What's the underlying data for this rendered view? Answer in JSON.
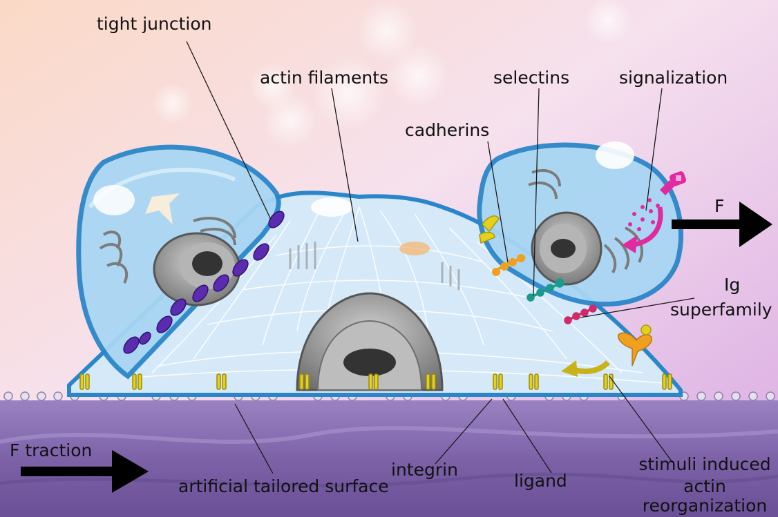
{
  "labels": {
    "tight_junction": "tight junction",
    "actin_filaments": "actin filaments",
    "selectins": "selectins",
    "signalization": "signalization",
    "cadherins": "cadherins",
    "force": "F",
    "ig": "Ig",
    "superfamily": "superfamily",
    "f_traction": "F traction",
    "integrin": "integrin",
    "ligand": "ligand",
    "stimuli_line1": "stimuli induced",
    "stimuli_line2": "actin",
    "stimuli_line3": "reorganization",
    "surface": "artificial tailored surface"
  },
  "colors": {
    "membrane": "#3aa0dc",
    "cytoplasm": "#cfe7f8",
    "tight_junction": "#5b2bb0",
    "integrin": "#d9d21a",
    "cadherin": "#f0a020",
    "selectin": "#1a9a8a",
    "ig": "#d02a6a",
    "signal": "#e22aa0",
    "substrate": "#7d62a8",
    "arrow": "#000000"
  }
}
